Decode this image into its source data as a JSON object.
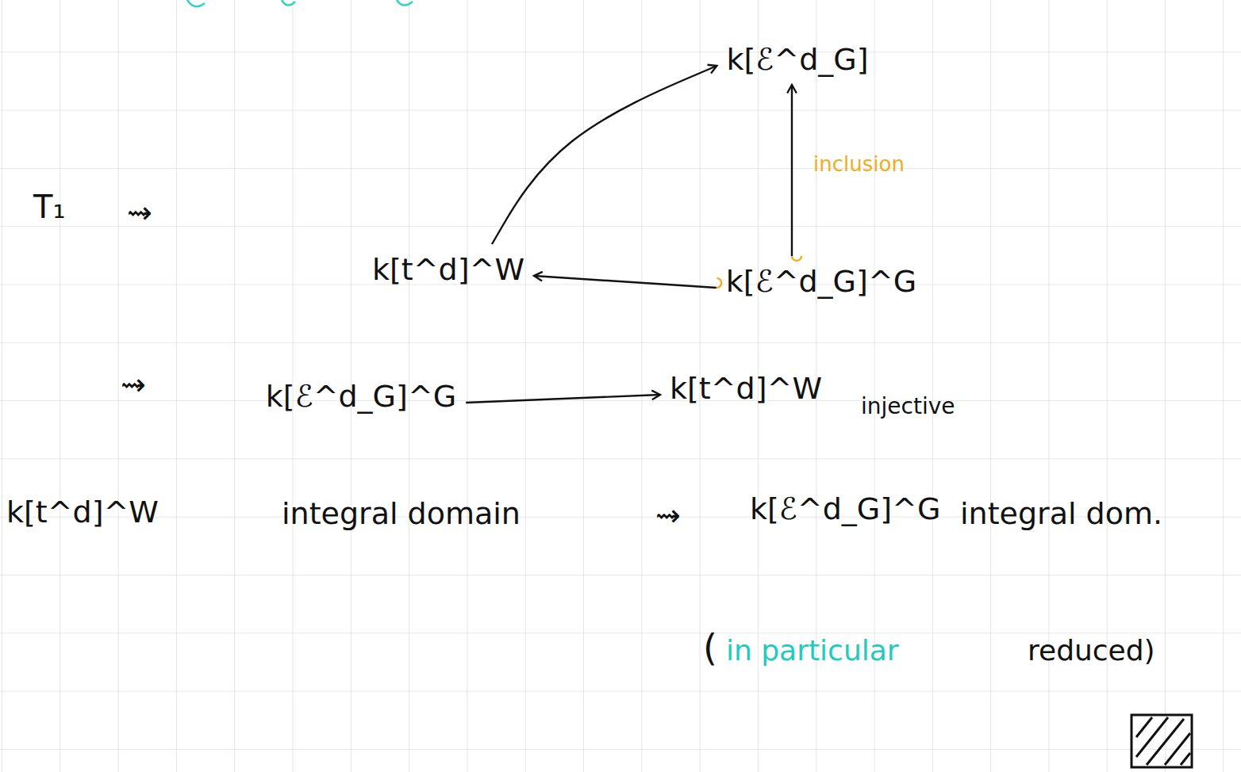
{
  "diagram": {
    "nodes": [
      {
        "text": [
          "k[ℰ^d_G]"
        ]
      },
      {
        "text": [
          "k[t^d]^W"
        ]
      },
      {
        "text": [
          "k[ℰ^d_G]^G"
        ]
      },
      {
        "text": [
          "k[ℰ^d_G]^G"
        ]
      },
      {
        "text": [
          "k[t^d]^W"
        ]
      }
    ],
    "edges": [
      {
        "from": 2,
        "to": 0,
        "arrow": "to",
        "label": "inclusion"
      },
      {
        "from": 1,
        "to": 0,
        "arrow": "to"
      },
      {
        "from": 2,
        "to": 1,
        "arrow": "to"
      },
      {
        "from": 3,
        "to": 4,
        "arrow": "to"
      }
    ],
    "labels": [
      "T₁",
      "⇝",
      "⇝",
      "injective",
      "k[t^d]^W",
      "integral domain",
      "⇝",
      "k[ℰ^d_G]^G",
      "integral dom.",
      "(",
      "in particular",
      "reduced)"
    ]
  }
}
